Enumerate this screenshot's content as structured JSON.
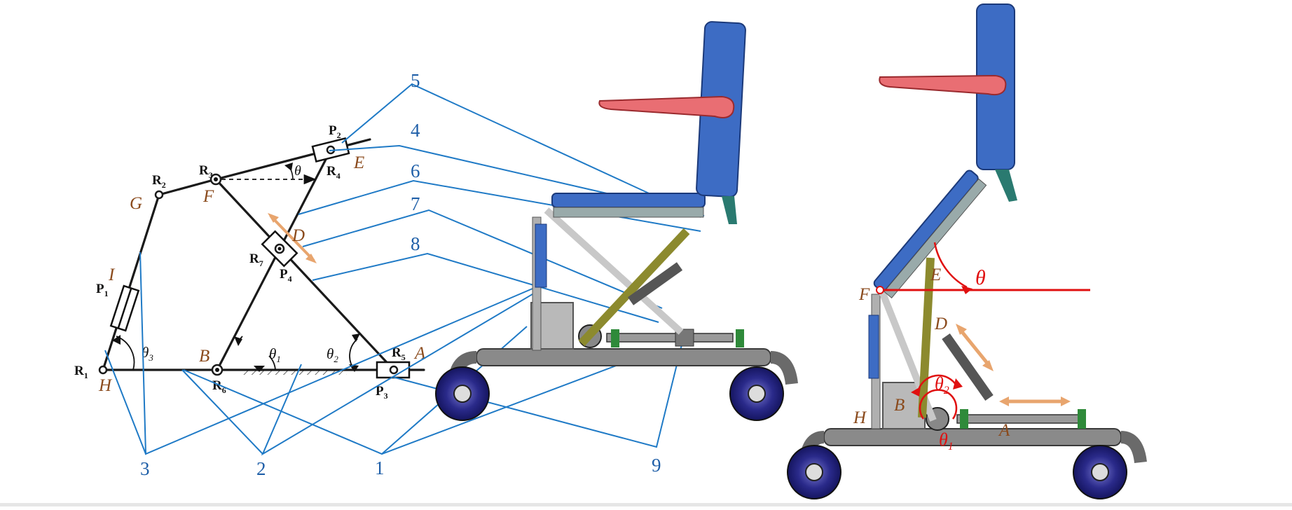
{
  "schematic": {
    "joints": {
      "R1": "R",
      "R1_sub": "1",
      "R2": "R",
      "R2_sub": "2",
      "R3": "R",
      "R3_sub": "3",
      "R4": "R",
      "R4_sub": "4",
      "R5": "R",
      "R5_sub": "5",
      "R6": "R",
      "R6_sub": "6",
      "R7": "R",
      "R7_sub": "7"
    },
    "prismatic": {
      "P1": "P",
      "P1_sub": "1",
      "P2": "P",
      "P2_sub": "2",
      "P3": "P",
      "P3_sub": "3",
      "P4": "P",
      "P4_sub": "4"
    },
    "points": {
      "A": "A",
      "B": "B",
      "D": "D",
      "E": "E",
      "F": "F",
      "G": "G",
      "H": "H",
      "I": "I"
    },
    "angles": {
      "theta": "θ",
      "theta1": "θ",
      "theta1_sub": "1",
      "theta2": "θ",
      "theta2_sub": "2",
      "theta3": "θ",
      "theta3_sub": "3"
    }
  },
  "part_numbers": [
    "1",
    "2",
    "3",
    "4",
    "5",
    "6",
    "7",
    "8",
    "9"
  ],
  "right_view": {
    "points": {
      "A": "A",
      "B": "B",
      "D": "D",
      "E": "E",
      "F": "F",
      "H": "H"
    },
    "theta": "θ",
    "theta1": "θ",
    "theta1_sub": "1",
    "theta2": "θ",
    "theta2_sub": "2"
  },
  "colors": {
    "seat_blue": "#3d6cc4",
    "armrest_pink": "#e96e73",
    "link_olive": "#8c8a2e",
    "leader_blue": "#1f7ac6",
    "label_brown": "#8a4a1c",
    "angle_red": "#e01010",
    "arrow_orange": "#e8a56e"
  }
}
